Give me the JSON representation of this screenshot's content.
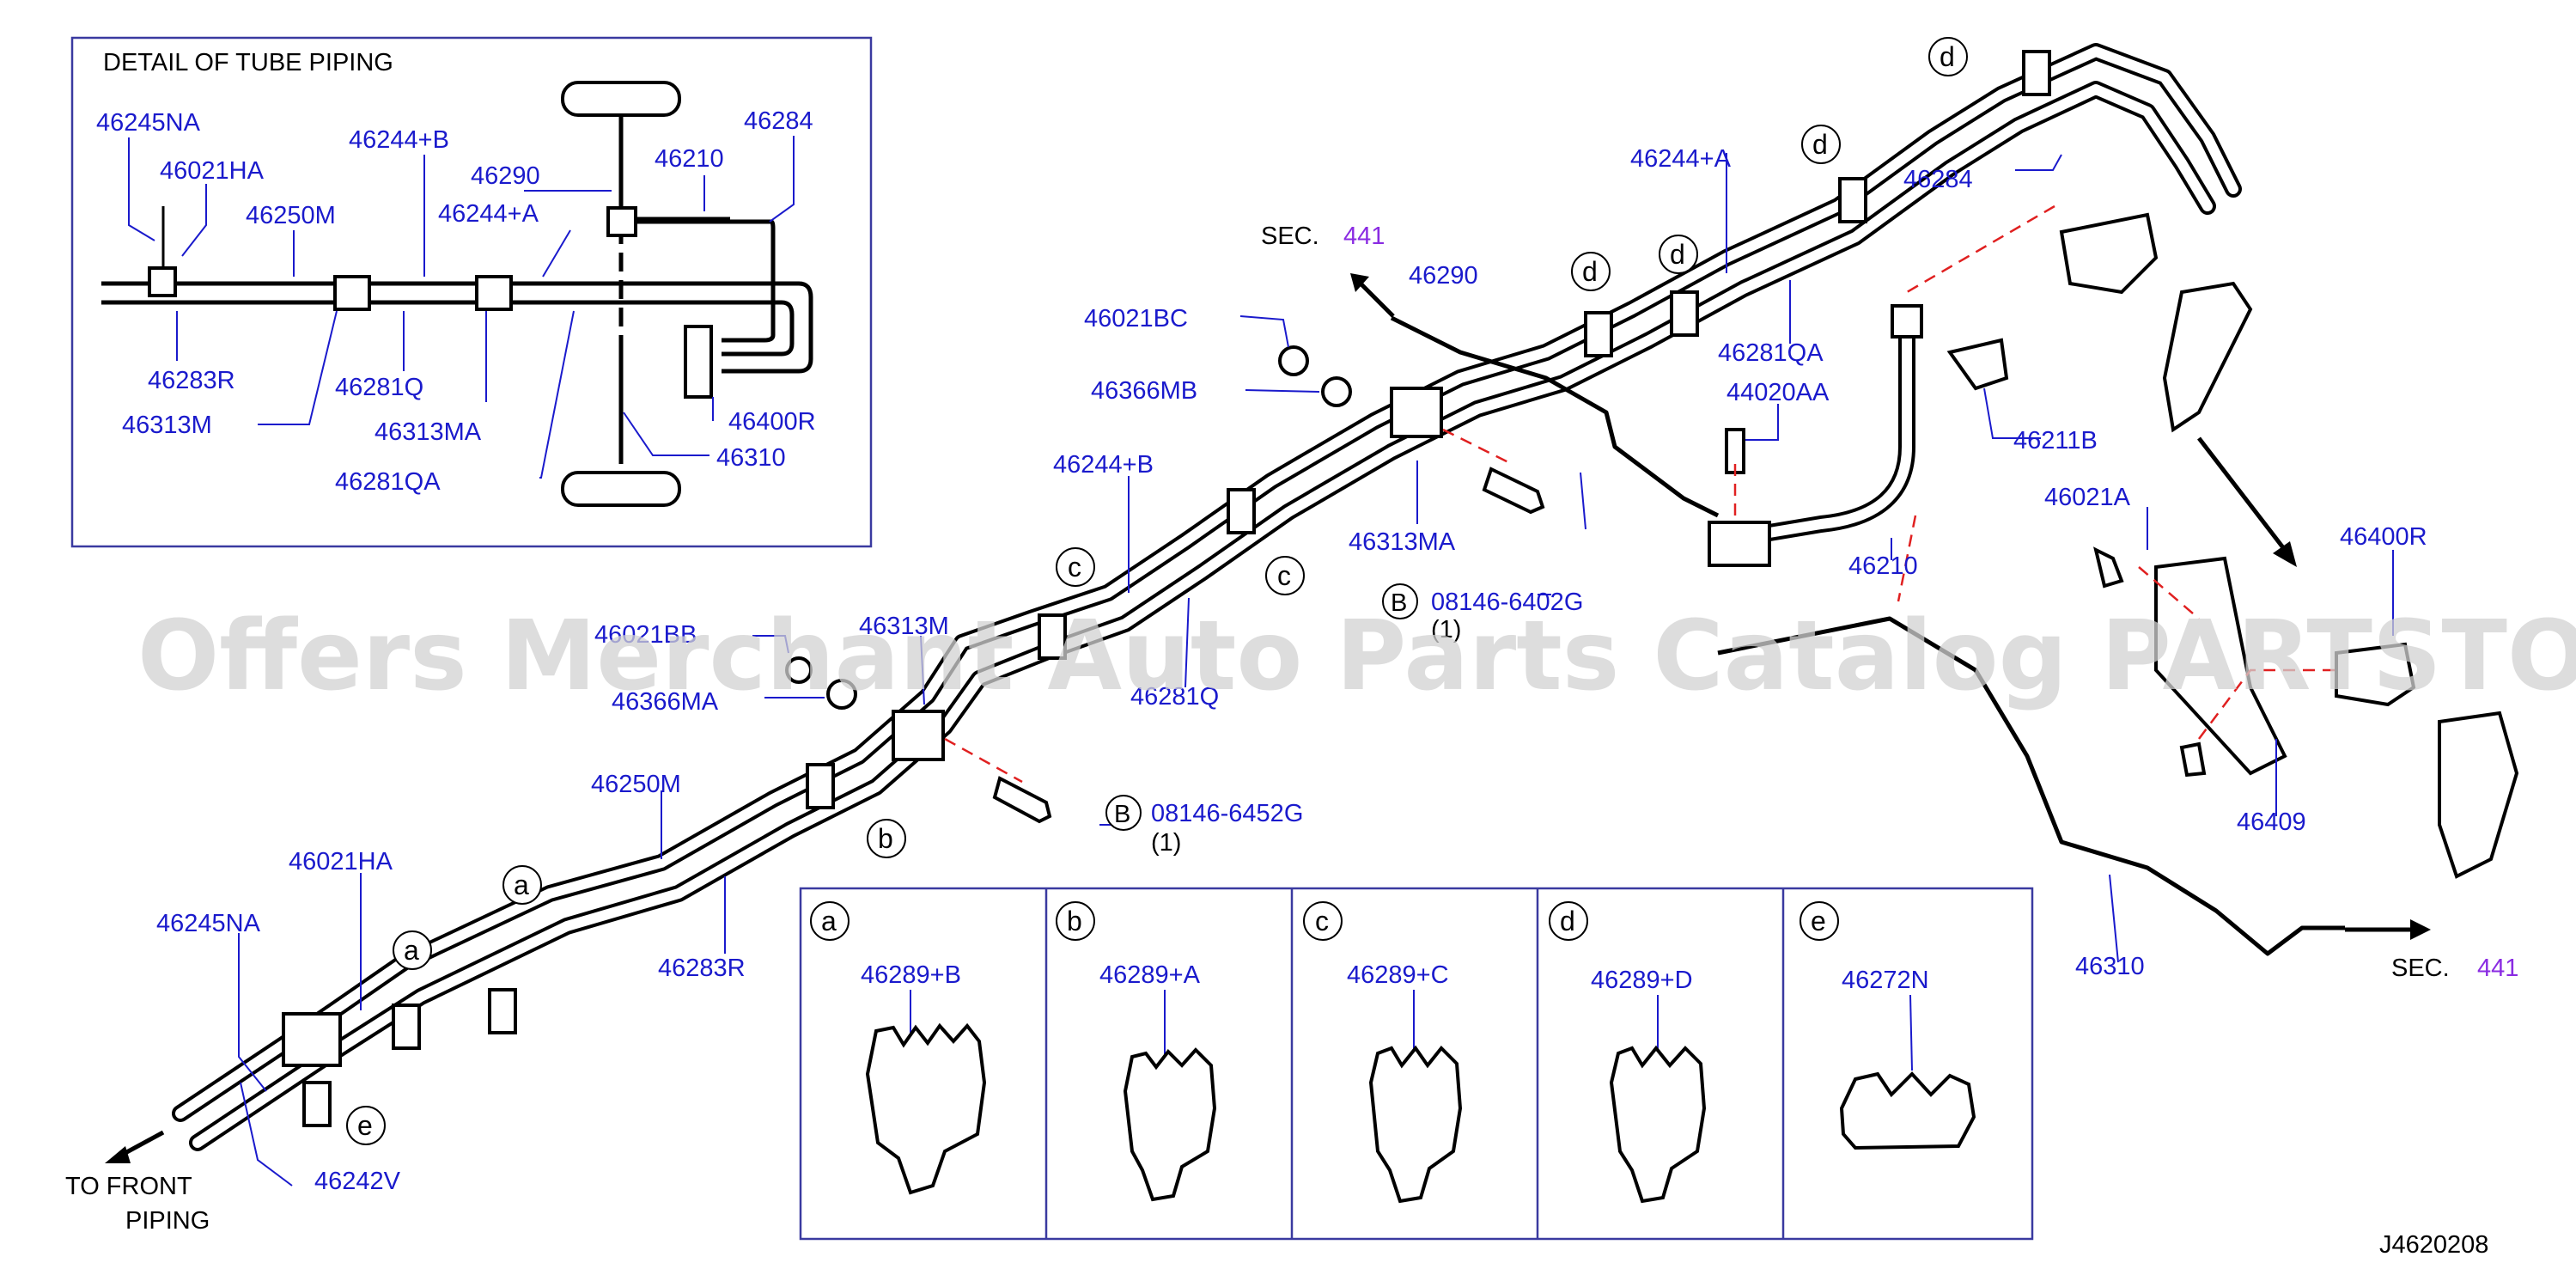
{
  "detail": {
    "title": "DETAIL  OF  TUBE  PIPING",
    "labels": [
      "46245NA",
      "46021HA",
      "46250M",
      "46244+B",
      "46290",
      "46210",
      "46284",
      "46244+A",
      "46283R",
      "46281Q",
      "46313M",
      "46313MA",
      "46281QA",
      "46400R",
      "46310"
    ]
  },
  "main_labels": {
    "sec_441_top": "SEC.",
    "sec_441_top_num": "441",
    "p46290": "46290",
    "p46021BC": "46021BC",
    "p46366MB": "46366MB",
    "p46244A": "46244+A",
    "p46284": "46284",
    "p46281QA": "46281QA",
    "p44020AA": "44020AA",
    "p46211B": "46211B",
    "p46244B": "46244+B",
    "p46313MA": "46313MA",
    "p46210": "46210",
    "p46021A": "46021A",
    "p46400R": "46400R",
    "bolt_top": "08146-6402G",
    "bolt_top_qty": "(1)",
    "p46021BB": "46021BB",
    "p46313M": "46313M",
    "p46366MA": "46366MA",
    "p46281Q": "46281Q",
    "bolt_bot": "08146-6452G",
    "bolt_bot_qty": "(1)",
    "p46250M": "46250M",
    "p46409": "46409",
    "p46021HA": "46021HA",
    "p46245NA": "46245NA",
    "p46283R": "46283R",
    "p46310": "46310",
    "sec_441_bot": "SEC.",
    "sec_441_bot_num": "441",
    "p46242V": "46242V",
    "front_piping_1": "TO  FRONT",
    "front_piping_2": "PIPING",
    "drawing_id": "J4620208",
    "b_marker": "B"
  },
  "clip_letters": {
    "a": "a",
    "b": "b",
    "c": "c",
    "d": "d",
    "e": "e"
  },
  "clip_table": [
    {
      "letter": "a",
      "part": "46289+B"
    },
    {
      "letter": "b",
      "part": "46289+A"
    },
    {
      "letter": "c",
      "part": "46289+C"
    },
    {
      "letter": "d",
      "part": "46289+D"
    },
    {
      "letter": "e",
      "part": "46272N"
    }
  ],
  "watermark": "Offers Merchant Auto Parts Catalog PARTSTORE.SA",
  "colors": {
    "label": "#1a1acc",
    "section_ref": "#8a2be2",
    "leader_dash": "#e02020"
  }
}
